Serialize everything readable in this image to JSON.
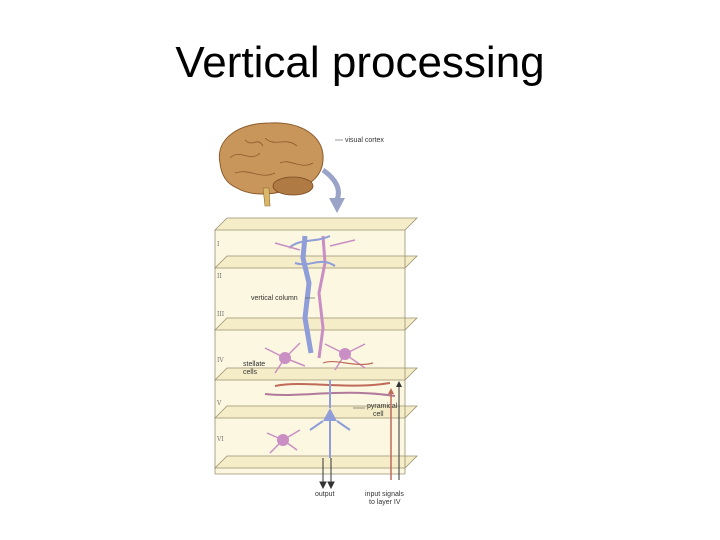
{
  "slide": {
    "title": "Vertical processing"
  },
  "figure": {
    "labels": {
      "visual_cortex": "visual cortex",
      "vertical_column": "vertical column",
      "stellate_1": "stellate",
      "stellate_2": "cells",
      "pyramidal_1": "pyramidal",
      "pyramidal_2": "cell",
      "output": "output",
      "input_1": "input signals",
      "input_2": "to layer IV"
    },
    "layers": [
      "I",
      "II",
      "III",
      "IV",
      "V",
      "VI"
    ],
    "colors": {
      "brain": "#c8955a",
      "plate": "#f5ecc8",
      "neuron_pink": "#c98fc4",
      "neuron_blue": "#8f9ed8",
      "fiber_red": "#c06a5a"
    }
  }
}
